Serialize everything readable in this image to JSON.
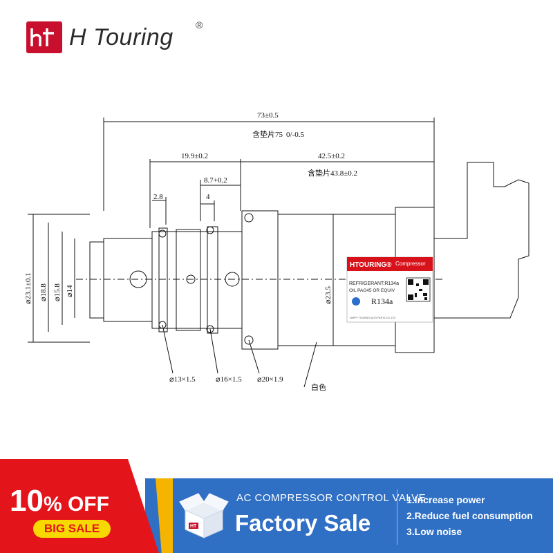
{
  "brand": {
    "name": "H Touring",
    "reg_mark": "®",
    "logo_letters": "ht"
  },
  "drawing": {
    "dims": {
      "overall": "73±0.5",
      "overall_note": "含垫片75",
      "overall_tol": "0/-0.5",
      "left_len": "19.9±0.2",
      "right_len": "42.5±0.2",
      "right_note": "含垫片43.8±0.2",
      "mid_len": "8.7+0.2",
      "d28": "2.8",
      "d4": "4",
      "dia231": "⌀23.1±0.1",
      "dia188": "⌀18.8",
      "dia158": "⌀15.8",
      "dia14": "⌀14",
      "dia235": "⌀23.5",
      "oring13": "⌀13×1.5",
      "oring16": "⌀16×1.5",
      "oring20": "⌀20×1.9",
      "color_note": "白色"
    },
    "label": {
      "brand": "HTOURING®",
      "tag": "Compressor",
      "refrigerant": "REFRIGERANT:R134a",
      "oil": "OIL PAG45 OR EQUIV",
      "gas": "R134a",
      "company": "HAPPY TOURING AUTO PARTS CO.,LTD"
    }
  },
  "promo": {
    "discount_value": "10",
    "discount_pct": "%",
    "discount_word": " OFF",
    "badge": "BIG SALE",
    "subtitle": "AC COMPRESSOR CONTROL VALVE",
    "title": "Factory Sale",
    "box_label": "HT",
    "features": [
      "1.Increase power",
      "2.Reduce fuel consumption",
      "3.Low noise"
    ]
  },
  "colors": {
    "brand_red": "#c8102e",
    "promo_red": "#e4141b",
    "promo_blue": "#2f6fc4",
    "badge_yellow": "#f7d800"
  }
}
